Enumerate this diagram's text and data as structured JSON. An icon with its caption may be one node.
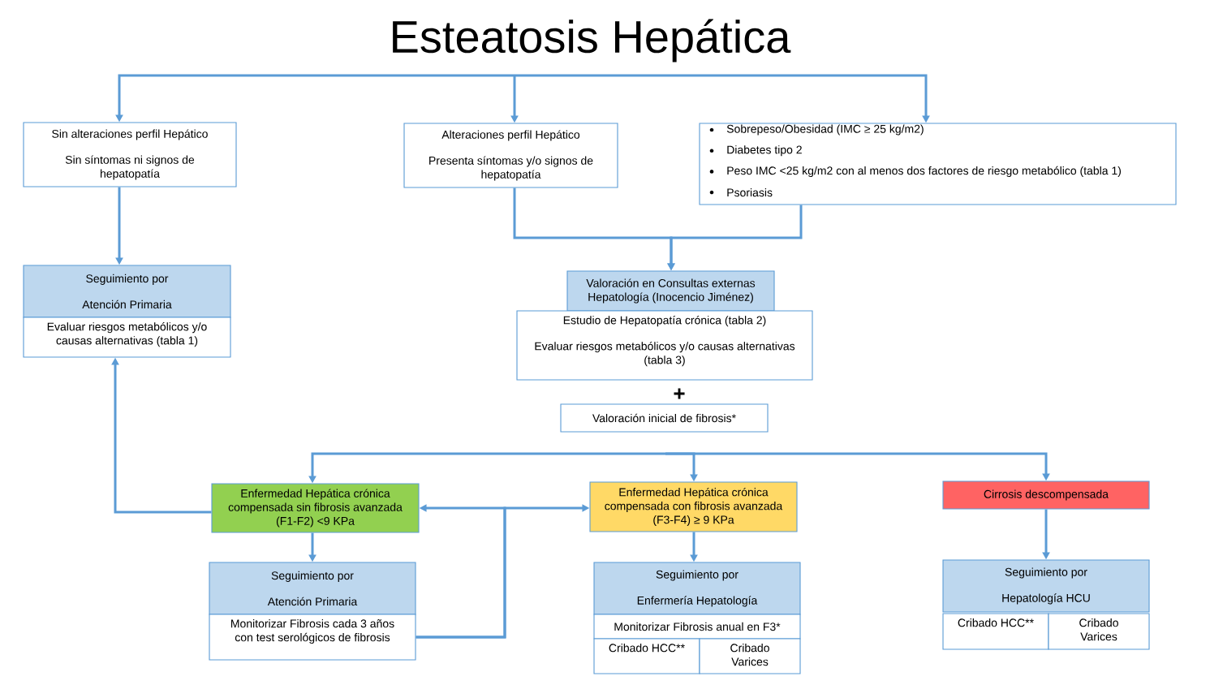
{
  "diagram": {
    "title": "Esteatosis Hepática",
    "nodes": [
      {
        "text": [
          "Sin alteraciones perfil Hepático",
          "Sin síntomas ni signos de hepatopatía"
        ]
      },
      {
        "text": [
          "Alteraciones perfil Hepático",
          "Presenta síntomas y/o signos de hepatopatía"
        ]
      },
      {
        "text": [
          "Sobrepeso/Obesidad (IMC ≥ 25 kg/m2)",
          "Diabetes tipo 2",
          "Peso IMC <25 kg/m2 con al menos dos factores de riesgo metabólico (tabla 1)",
          "Psoriasis"
        ]
      },
      {
        "text": [
          "Seguimiento por",
          "Atención Primaria"
        ]
      },
      {
        "text": [
          "Evaluar riesgos metabólicos y/o causas alternativas (tabla 1)"
        ]
      },
      {
        "text": [
          "Valoración en Consultas externas Hepatología (Inocencio Jiménez)"
        ]
      },
      {
        "text": [
          "Estudio de Hepatopatía crónica (tabla 2)",
          "Evaluar riesgos metabólicos y/o causas alternativas (tabla 3)"
        ]
      },
      {
        "text": [
          "Valoración inicial de fibrosis*"
        ]
      },
      {
        "text": [
          "Enfermedad Hepática crónica compensada sin fibrosis avanzada (F1-F2) <9 KPa"
        ]
      },
      {
        "text": [
          "Enfermedad Hepática crónica compensada con fibrosis avanzada (F3-F4) ≥ 9 KPa"
        ]
      },
      {
        "text": [
          "Cirrosis descompensada"
        ]
      },
      {
        "text": [
          "Seguimiento por",
          "Atención Primaria"
        ]
      },
      {
        "text": [
          "Monitorizar Fibrosis cada 3 años con test serológicos de fibrosis"
        ]
      },
      {
        "text": [
          "Seguimiento por",
          "Enfermería Hepatología"
        ]
      },
      {
        "text": [
          "Monitorizar Fibrosis anual en F3*"
        ]
      },
      {
        "text": [
          "Cribado HCC**"
        ]
      },
      {
        "text": [
          "Cribado Varices"
        ]
      },
      {
        "text": [
          "Seguimiento por",
          "Hepatología HCU"
        ]
      },
      {
        "text": [
          "Cribado HCC**"
        ]
      },
      {
        "text": [
          "Cribado Varices"
        ]
      }
    ],
    "edges": [
      {
        "from": null,
        "to": 0,
        "arrow": "to"
      },
      {
        "from": null,
        "to": 1,
        "arrow": "to"
      },
      {
        "from": null,
        "to": 2,
        "arrow": "to"
      },
      {
        "from": 0,
        "to": 3,
        "arrow": "to"
      },
      {
        "from": 1,
        "to": 5,
        "arrow": "to"
      },
      {
        "from": 2,
        "to": 5,
        "arrow": "to"
      },
      {
        "from": null,
        "to": 8,
        "arrow": "to"
      },
      {
        "from": null,
        "to": 9,
        "arrow": "to"
      },
      {
        "from": null,
        "to": 10,
        "arrow": "to"
      },
      {
        "from": 8,
        "to": 4,
        "arrow": "to"
      },
      {
        "from": 8,
        "to": 11,
        "arrow": "to"
      },
      {
        "from": 12,
        "to": 8,
        "arrow": "to"
      },
      {
        "from": 12,
        "to": 9,
        "arrow": "to"
      },
      {
        "from": 9,
        "to": 13,
        "arrow": "to"
      },
      {
        "from": 10,
        "to": 17,
        "arrow": "to"
      }
    ],
    "labels": [
      "+"
    ]
  }
}
